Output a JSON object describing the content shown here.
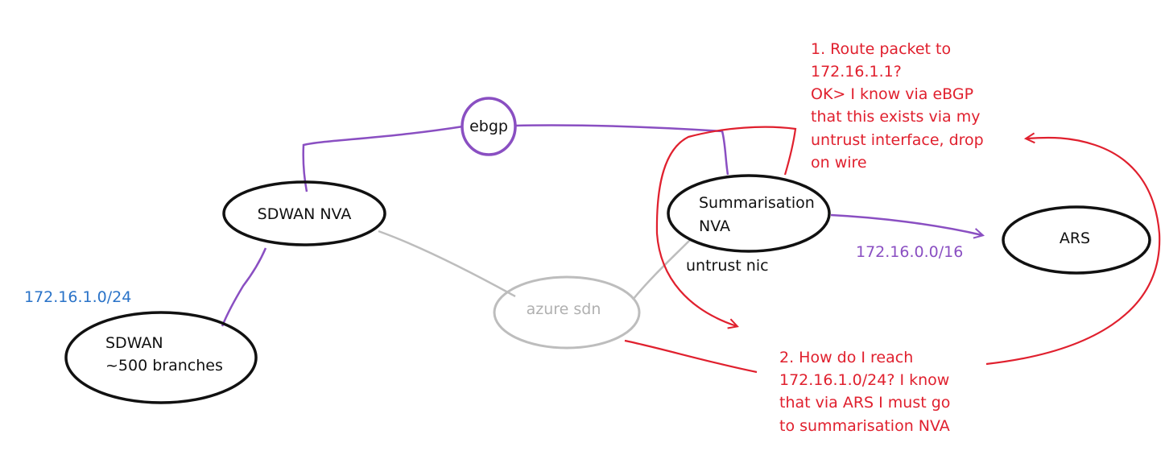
{
  "colors": {
    "node_stroke": "#111111",
    "gray": "#bdbdbd",
    "purple": "#8a4fc2",
    "red": "#e0202e",
    "blue": "#2a73c8"
  },
  "nodes": {
    "sdwan_nva": "SDWAN NVA",
    "sdwan_branches": [
      "SDWAN",
      "~500 branches"
    ],
    "ebgp": "ebgp",
    "summarisation_nva": [
      "Summarisation",
      "NVA"
    ],
    "ars": "ARS",
    "azure_sdn": "azure sdn"
  },
  "labels": {
    "branch_prefix": "172.16.1.0/24",
    "summary_prefix": "172.16.0.0/16",
    "untrust_nic": "untrust nic"
  },
  "notes": {
    "note1": [
      "1. Route packet to",
      "172.16.1.1?",
      "OK> I know via eBGP",
      "that this exists via my",
      "untrust interface, drop",
      "on wire"
    ],
    "note2": [
      "2. How do I reach",
      "172.16.1.0/24? I know",
      "that via ARS I must go",
      "to summarisation NVA"
    ]
  }
}
